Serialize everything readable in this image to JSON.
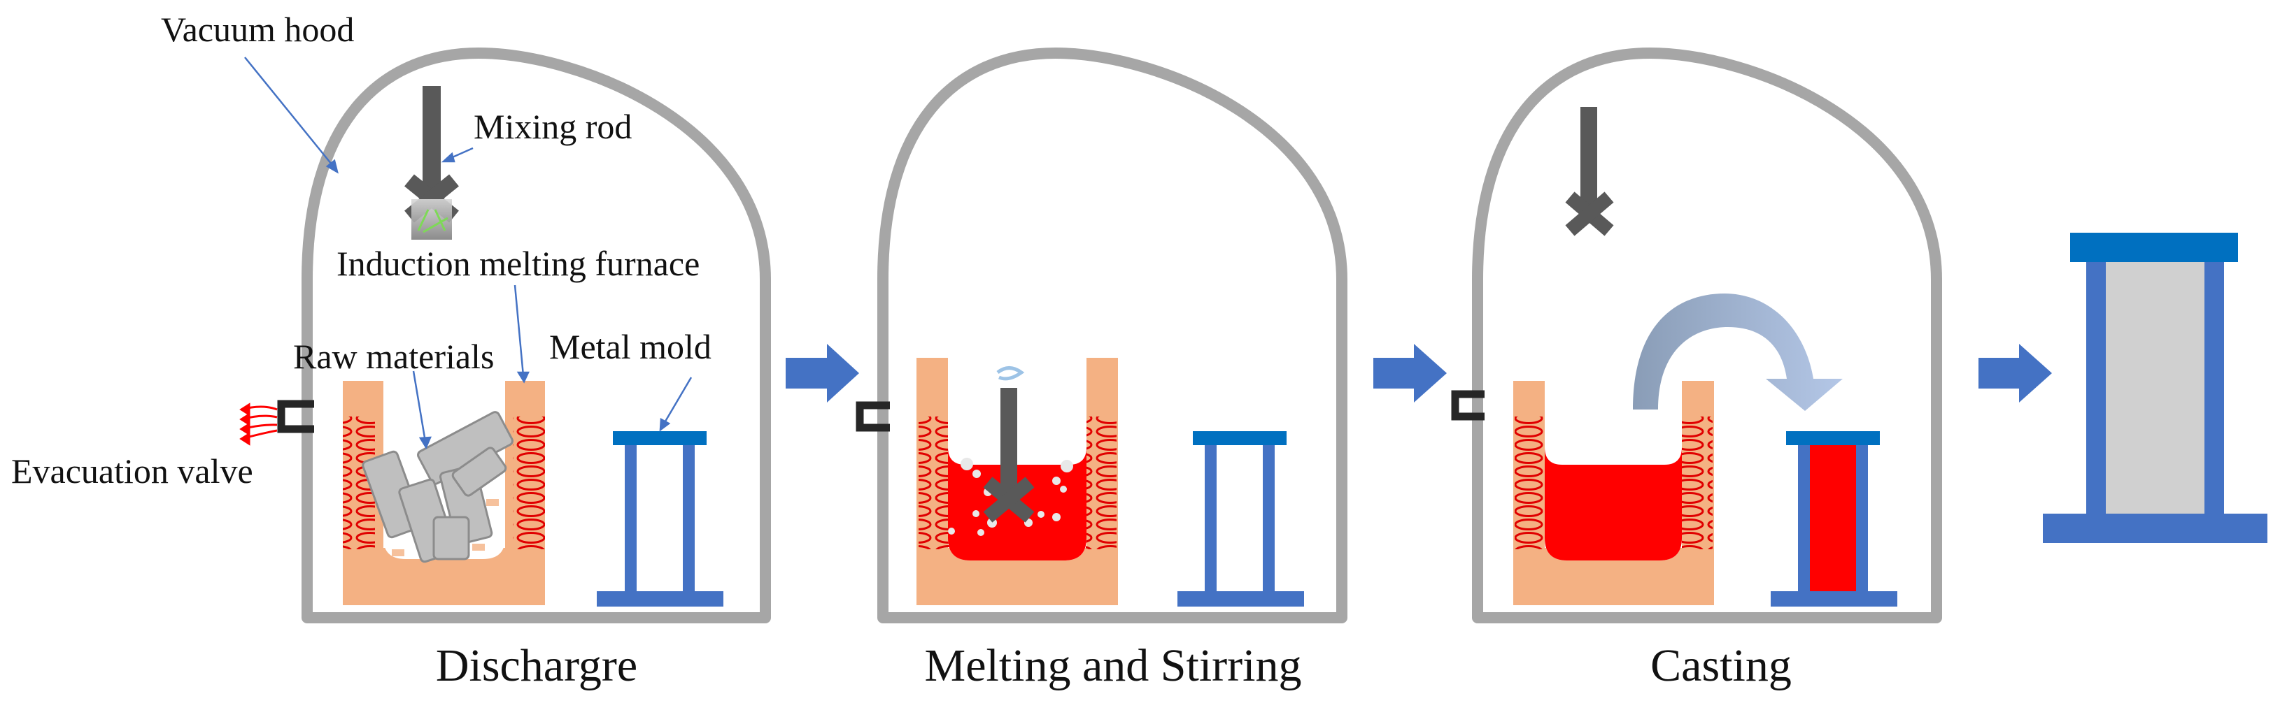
{
  "labels": {
    "vacuum_hood": "Vacuum hood",
    "mixing_rod": "Mixing rod",
    "induction_furnace": "Induction melting furnace",
    "raw_materials": "Raw materials",
    "metal_mold": "Metal mold",
    "evacuation_valve": "Evacuation valve"
  },
  "stages": [
    {
      "caption": "Dischargre"
    },
    {
      "caption": "Melting and Stirring"
    },
    {
      "caption": "Casting"
    }
  ],
  "colors": {
    "hood": "#a6a6a6",
    "furnace": "#f4b183",
    "coil": "#e00000",
    "melt": "#ff0000",
    "mold": "#4472c4",
    "mold_top": "#0070c0",
    "rod": "#595959",
    "arrow": "#4472c4",
    "ingot": "#d0d0d0"
  }
}
